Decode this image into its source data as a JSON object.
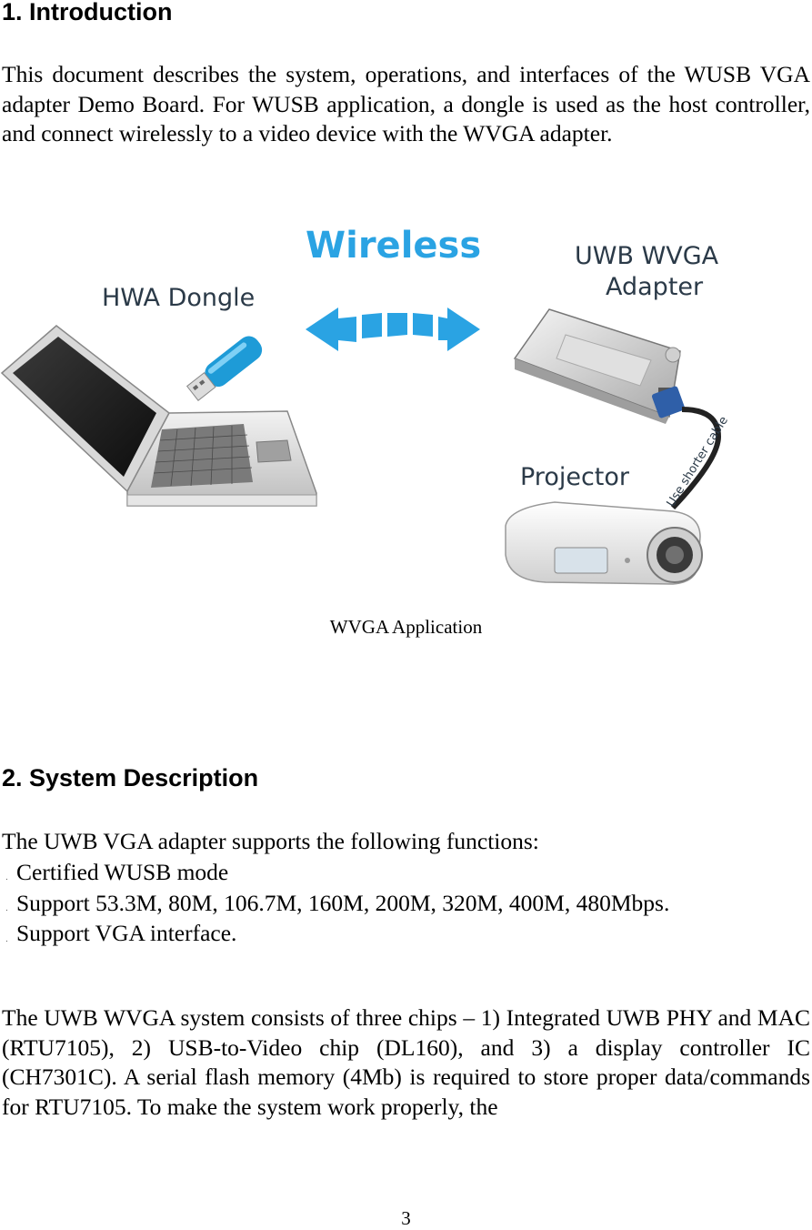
{
  "section1": {
    "heading": "1. Introduction",
    "paragraph": "This document describes the system, operations, and interfaces of the WUSB VGA adapter Demo Board. For WUSB application, a dongle is used as the host controller, and connect wirelessly to a video device with the WVGA adapter."
  },
  "figure": {
    "label_wireless": "Wireless",
    "label_dongle": "HWA Dongle",
    "label_adapter_line1": "UWB WVGA",
    "label_adapter_line2": "Adapter",
    "label_projector": "Projector",
    "label_cable": "Use shorter cable",
    "caption": "WVGA Application",
    "colors": {
      "wireless_blue": "#2aa3e3",
      "dongle_blue": "#1e9bd7",
      "label_dark": "#2b3a48"
    }
  },
  "section2": {
    "heading": "2. System Description",
    "intro": "The UWB VGA adapter supports the following functions:",
    "bullet_marker": ".",
    "bullets": [
      "Certified WUSB mode",
      "Support 53.3M, 80M, 106.7M, 160M, 200M, 320M, 400M, 480Mbps.",
      "Support VGA interface."
    ],
    "paragraph": "The UWB WVGA system consists of three chips – 1) Integrated UWB PHY and MAC (RTU7105), 2) USB-to-Video chip (DL160), and 3) a display controller IC (CH7301C). A serial flash memory (4Mb) is required to store proper data/commands for RTU7105. To make the system work properly, the"
  },
  "footer": {
    "page_number": "3"
  }
}
